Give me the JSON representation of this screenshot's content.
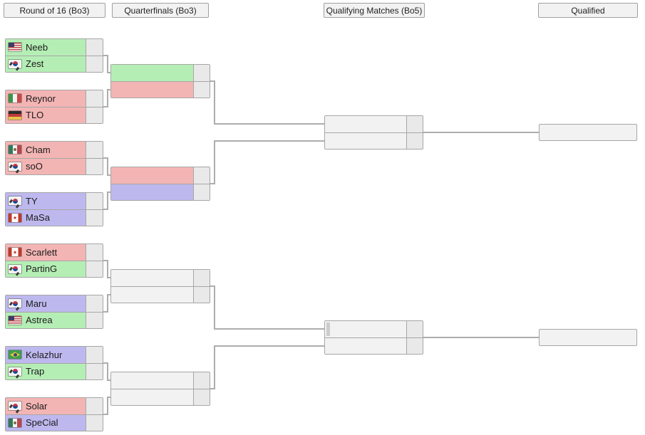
{
  "colors": {
    "green": "#b5eeb5",
    "red": "#f3b5b4",
    "purple": "#bdb9ee",
    "empty": "#f2f2f2",
    "score_bg": "#e9e9e9",
    "border": "#a6a6a6",
    "connector": "#adadad",
    "header_bg": "#f2f2f2"
  },
  "headers": [
    "Round of 16 (Bo3)",
    "Quarterfinals (Bo3)",
    "Qualifying Matches (Bo5)",
    "Qualified"
  ],
  "round_of_16_matches": [
    {
      "players": [
        {
          "name": "Neeb",
          "country": "United States",
          "race_color": "green",
          "score": ""
        },
        {
          "name": "Zest",
          "country": "South Korea",
          "race_color": "green",
          "score": ""
        }
      ]
    },
    {
      "players": [
        {
          "name": "Reynor",
          "country": "Italy",
          "race_color": "red",
          "score": ""
        },
        {
          "name": "TLO",
          "country": "Germany",
          "race_color": "red",
          "score": ""
        }
      ]
    },
    {
      "players": [
        {
          "name": "Cham",
          "country": "Mexico",
          "race_color": "red",
          "score": ""
        },
        {
          "name": "soO",
          "country": "South Korea",
          "race_color": "red",
          "score": ""
        }
      ]
    },
    {
      "players": [
        {
          "name": "TY",
          "country": "South Korea",
          "race_color": "purple",
          "score": ""
        },
        {
          "name": "MaSa",
          "country": "Canada",
          "race_color": "purple",
          "score": ""
        }
      ]
    },
    {
      "players": [
        {
          "name": "Scarlett",
          "country": "Canada",
          "race_color": "red",
          "score": ""
        },
        {
          "name": "PartinG",
          "country": "South Korea",
          "race_color": "green",
          "score": ""
        }
      ]
    },
    {
      "players": [
        {
          "name": "Maru",
          "country": "South Korea",
          "race_color": "purple",
          "score": ""
        },
        {
          "name": "Astrea",
          "country": "United States",
          "race_color": "green",
          "score": ""
        }
      ]
    },
    {
      "players": [
        {
          "name": "Kelazhur",
          "country": "Brazil",
          "race_color": "purple",
          "score": ""
        },
        {
          "name": "Trap",
          "country": "South Korea",
          "race_color": "green",
          "score": ""
        }
      ]
    },
    {
      "players": [
        {
          "name": "Solar",
          "country": "South Korea",
          "race_color": "red",
          "score": ""
        },
        {
          "name": "SpeCial",
          "country": "Mexico",
          "race_color": "purple",
          "score": ""
        }
      ]
    }
  ],
  "quarterfinal_matches": [
    {
      "slots": [
        {
          "color": "green",
          "score": ""
        },
        {
          "color": "red",
          "score": ""
        }
      ]
    },
    {
      "slots": [
        {
          "color": "red",
          "score": ""
        },
        {
          "color": "purple",
          "score": ""
        }
      ]
    },
    {
      "slots": [
        {
          "color": "empty",
          "score": ""
        },
        {
          "color": "empty",
          "score": ""
        }
      ]
    },
    {
      "slots": [
        {
          "color": "empty",
          "score": ""
        },
        {
          "color": "empty",
          "score": ""
        }
      ]
    }
  ],
  "qualifying_matches": [
    {
      "slots": [
        {
          "color": "empty",
          "score": ""
        },
        {
          "color": "empty",
          "score": ""
        }
      ]
    },
    {
      "slots": [
        {
          "color": "empty",
          "score": "",
          "empty_flag_placeholder": true
        },
        {
          "color": "empty",
          "score": ""
        }
      ]
    }
  ],
  "qualified_slots": [
    {
      "label": ""
    },
    {
      "label": ""
    }
  ]
}
